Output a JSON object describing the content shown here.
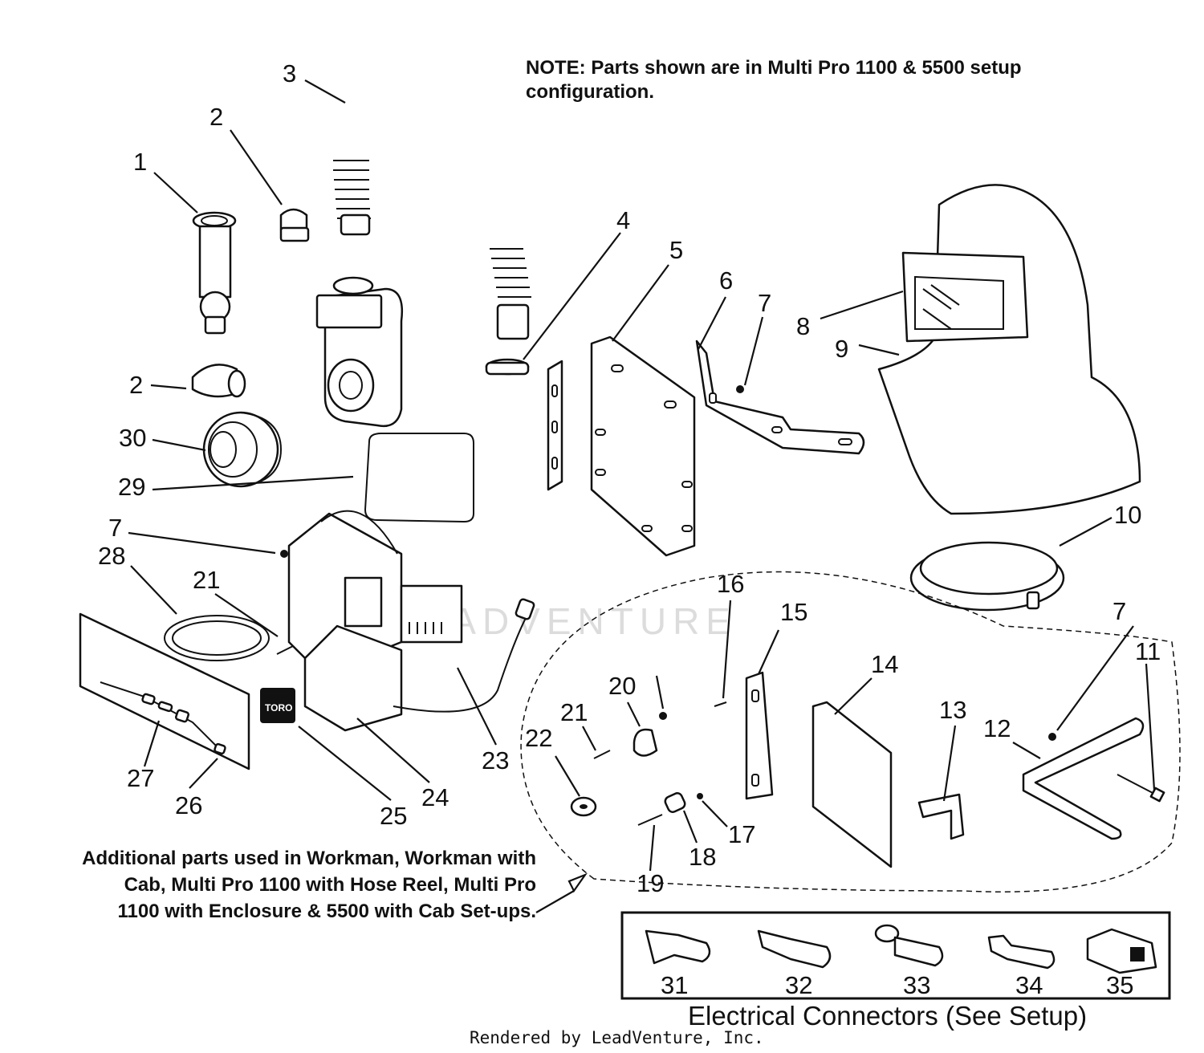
{
  "notes": {
    "setup_note_line1": "NOTE: Parts shown are in Multi Pro 1100 & 5500 setup",
    "setup_note_line2": "configuration.",
    "additional_line1": "Additional parts used in Workman, Workman with",
    "additional_line2": "Cab, Multi Pro 1100 with Hose Reel, Multi Pro",
    "additional_line3": "1100 with Enclosure & 5500 with Cab Set-ups."
  },
  "connectors_caption": "Electrical Connectors (See Setup)",
  "credit": "Rendered by LeadVenture, Inc.",
  "watermark": "LEADVENTURE",
  "brand_label": "TORO",
  "callouts": [
    "1",
    "2",
    "2",
    "3",
    "4",
    "5",
    "6",
    "7",
    "7",
    "7",
    "8",
    "9",
    "10",
    "11",
    "12",
    "13",
    "14",
    "15",
    "16",
    "17",
    "18",
    "19",
    "20",
    "21",
    "21",
    "22",
    "23",
    "24",
    "25",
    "26",
    "27",
    "28",
    "29",
    "30",
    "31",
    "32",
    "33",
    "34",
    "35"
  ],
  "colors": {
    "line": "#111111",
    "watermark": "#dcdcdc",
    "background": "#ffffff"
  }
}
